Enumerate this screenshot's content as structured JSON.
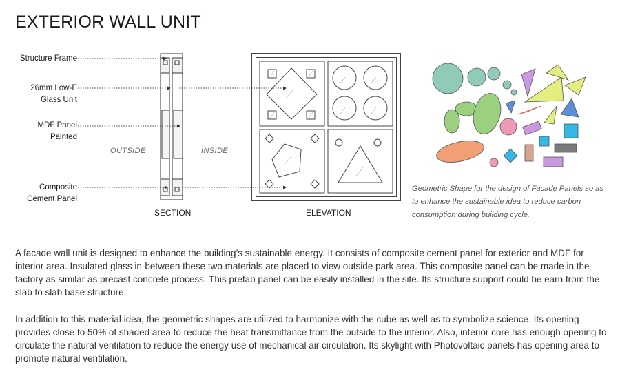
{
  "title": "EXTERIOR WALL UNIT",
  "section": {
    "labels": {
      "structure_frame": "Structure Frame",
      "glass_line1": "26mm Low-E",
      "glass_line2": "Glass Unit",
      "mdf_line1": "MDF Panel",
      "mdf_line2": "Painted",
      "cement_line1": "Composite",
      "cement_line2": "Cement Panel"
    },
    "outside": "OUTSIDE",
    "inside": "INSIDE",
    "caption": "SECTION"
  },
  "elevation": {
    "caption": "ELEVATION"
  },
  "shapes": {
    "note": "Geometric Shape for the design of Facade Panels so as to enhance the sustainable idea to reduce carbon consumption during building cycle."
  },
  "description": {
    "paragraph1": "A facade wall unit is designed to enhance the building’s sustainable energy. It consists of composite cement panel for exterior and MDF for interior area. Insulated glass in-between these two materials are placed to view outside park area. This composite panel can be made in the factory as similar as precast concrete process. This prefab panel can be easily installed in the site. Its structure support could be earn from the slab to slab base structure.",
    "paragraph2": "In addition to this material idea, the geometric shapes are utilized to harmonize with the cube as well as to symbolize science. Its opening provides close to 50% of shaded area to reduce the heat transmittance from the outside to the interior. Also, interior core has enough opening to circulate the natural ventilation to reduce the energy use of mechanical air circulation. Its skylight with Photovoltaic panels has opening area to promote natural ventilation."
  },
  "colors": {
    "teal": "#8fcbb8",
    "green": "#9bd07f",
    "orange": "#f0a074",
    "pink": "#ef98b8",
    "yellow": "#e3ee7e",
    "blue": "#5b8fd6",
    "cyan": "#33b8e8",
    "violet": "#c898e0",
    "brown": "#d9a58a",
    "gray": "#7a7a7a",
    "red": "#e0483a"
  }
}
